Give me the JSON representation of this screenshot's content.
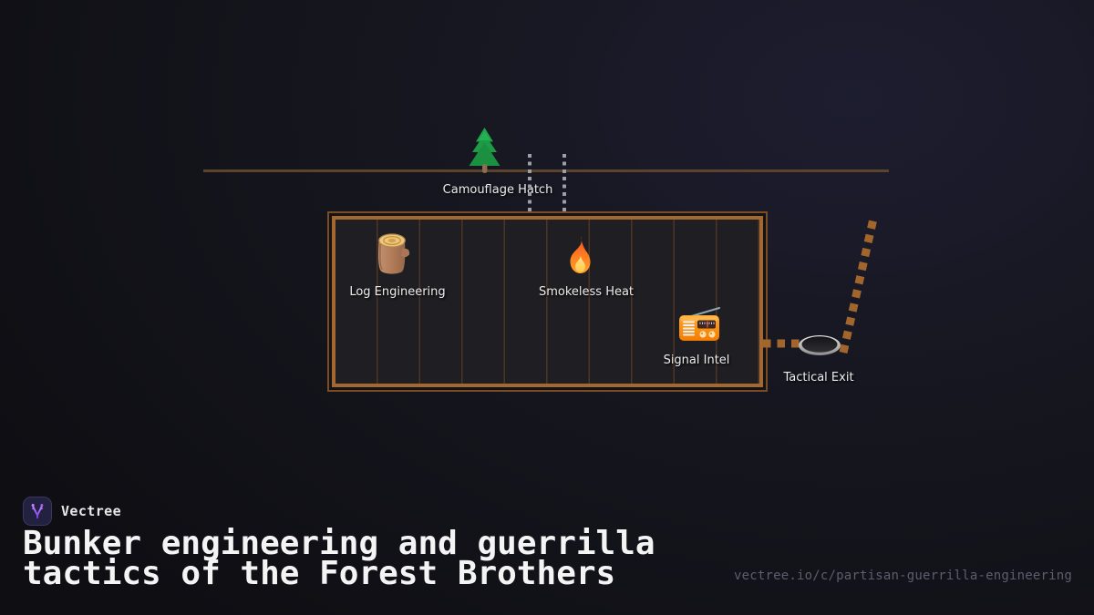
{
  "brand": {
    "name": "Vectree",
    "logo_icon": "vectree-branch-icon",
    "accent_color": "#a855f7",
    "logo_bg": "#232140"
  },
  "title": {
    "line1": "Bunker engineering and guerrilla",
    "line2": "tactics of the Forest Brothers"
  },
  "footer_url": "vectree.io/c/partisan-guerrilla-engineering",
  "diagram": {
    "surface": {
      "icon": "evergreen-tree-icon",
      "hatch_label": "Camouflage Hatch"
    },
    "bunker_items": [
      {
        "icon": "wood-log-icon",
        "label": "Log Engineering"
      },
      {
        "icon": "fire-icon",
        "label": "Smokeless Heat"
      },
      {
        "icon": "radio-icon",
        "label": "Signal Intel"
      }
    ],
    "exit": {
      "icon": "hole-icon",
      "label": "Tactical Exit"
    },
    "colors": {
      "ground_line": "#5d422c",
      "bunker_border": "#a4672f",
      "bunker_border_outer": "#7a4c26",
      "bunker_interior": "#1f1f23",
      "tunnel_dash": "#a2662d",
      "hatch_dots": "#9aa0a6",
      "label_text": "#ececec",
      "title_text": "#f4f4f5",
      "url_text": "#5a5f6b"
    }
  }
}
